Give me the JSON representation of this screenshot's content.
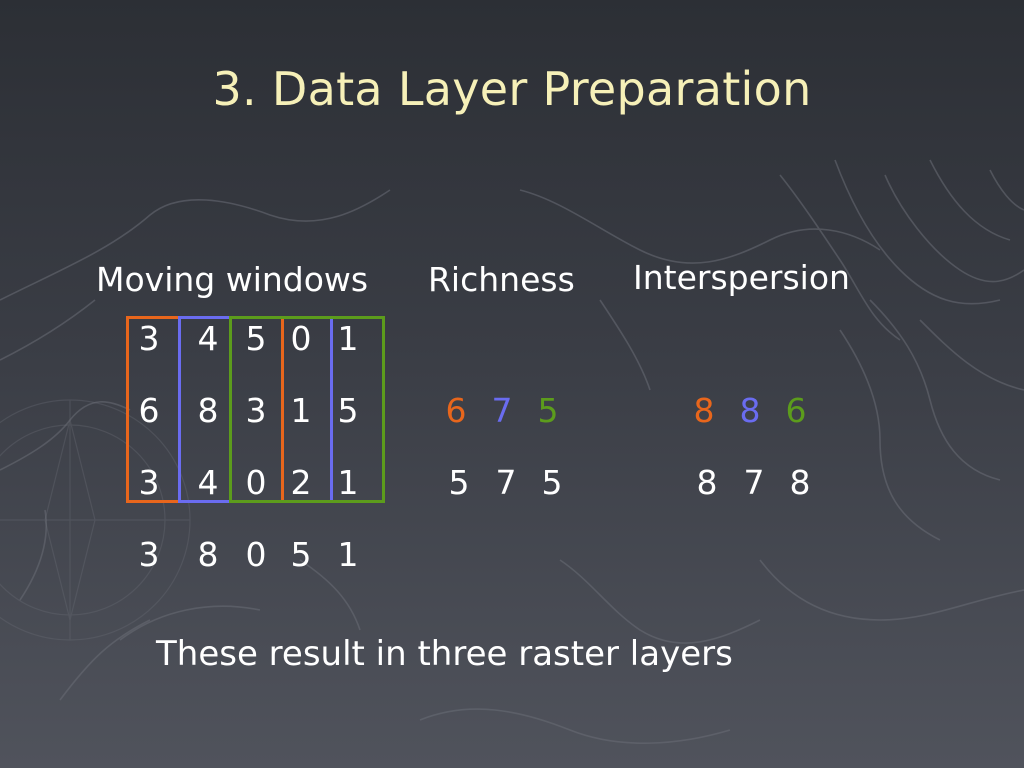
{
  "title": "3. Data Layer Preparation",
  "headings": {
    "moving_windows": "Moving windows",
    "richness": "Richness",
    "interspersion": "Interspersion"
  },
  "grid": [
    [
      "3",
      "4",
      "5",
      "0",
      "1"
    ],
    [
      "6",
      "8",
      "3",
      "1",
      "5"
    ],
    [
      "3",
      "4",
      "0",
      "2",
      "1"
    ],
    [
      "3",
      "8",
      "0",
      "5",
      "1"
    ]
  ],
  "richness": {
    "row1": [
      "6",
      "7",
      "5"
    ],
    "row2": [
      "5",
      "7",
      "5"
    ]
  },
  "interspersion": {
    "row1": [
      "8",
      "8",
      "6"
    ],
    "row2": [
      "8",
      "7",
      "8"
    ]
  },
  "footer": "These result in three raster layers",
  "colors": {
    "title": "#f6f0b8",
    "window_orange": "#e8661c",
    "window_blue": "#6a6cf0",
    "window_green": "#5c9c1c"
  }
}
